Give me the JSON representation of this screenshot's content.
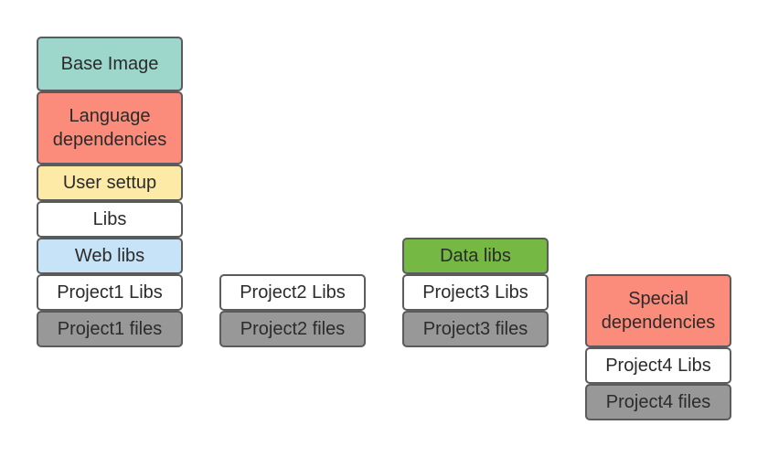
{
  "colors": {
    "base": "#9dd6cb",
    "language": "#fb8b7a",
    "user": "#fdeaa6",
    "plain": "#ffffff",
    "web": "#c6e3f7",
    "data": "#76b844",
    "files": "#989898",
    "special": "#fb8b7a"
  },
  "stack1": {
    "base_image": "Base Image",
    "language_deps": "Language\ndependencies",
    "user_setup": "User settup",
    "libs": "Libs",
    "web_libs": "Web libs",
    "project1_libs": "Project1 Libs",
    "project1_files": "Project1 files"
  },
  "stack2": {
    "project2_libs": "Project2 Libs",
    "project2_files": "Project2 files"
  },
  "stack3": {
    "data_libs": "Data libs",
    "project3_libs": "Project3 Libs",
    "project3_files": "Project3 files"
  },
  "stack4": {
    "special_deps": "Special\ndependencies",
    "project4_libs": "Project4 Libs",
    "project4_files": "Project4 files"
  }
}
